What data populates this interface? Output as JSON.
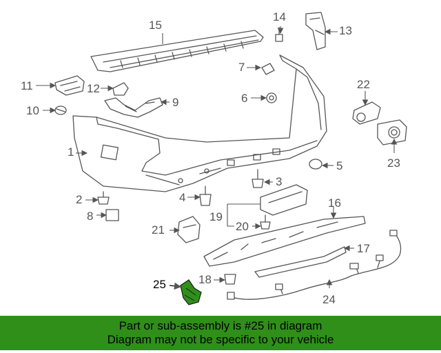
{
  "diagram": {
    "callouts": [
      {
        "id": "c1",
        "text": "1"
      },
      {
        "id": "c2",
        "text": "2"
      },
      {
        "id": "c3",
        "text": "3"
      },
      {
        "id": "c4",
        "text": "4"
      },
      {
        "id": "c5",
        "text": "5"
      },
      {
        "id": "c6",
        "text": "6"
      },
      {
        "id": "c7",
        "text": "7"
      },
      {
        "id": "c8",
        "text": "8"
      },
      {
        "id": "c9",
        "text": "9"
      },
      {
        "id": "c10",
        "text": "10"
      },
      {
        "id": "c11",
        "text": "11"
      },
      {
        "id": "c12",
        "text": "12"
      },
      {
        "id": "c13",
        "text": "13"
      },
      {
        "id": "c14",
        "text": "14"
      },
      {
        "id": "c15",
        "text": "15"
      },
      {
        "id": "c16",
        "text": "16"
      },
      {
        "id": "c17",
        "text": "17"
      },
      {
        "id": "c18",
        "text": "18"
      },
      {
        "id": "c19",
        "text": "19"
      },
      {
        "id": "c20",
        "text": "20"
      },
      {
        "id": "c21",
        "text": "21"
      },
      {
        "id": "c22",
        "text": "22"
      },
      {
        "id": "c23",
        "text": "23"
      },
      {
        "id": "c24",
        "text": "24"
      },
      {
        "id": "c25",
        "text": "25"
      }
    ],
    "highlight_color": "#2f8f19",
    "line_color": "#555555"
  },
  "banner": {
    "line1": "Part or sub-assembly is #25 in diagram",
    "line2": "Diagram may not be specific to your vehicle"
  }
}
